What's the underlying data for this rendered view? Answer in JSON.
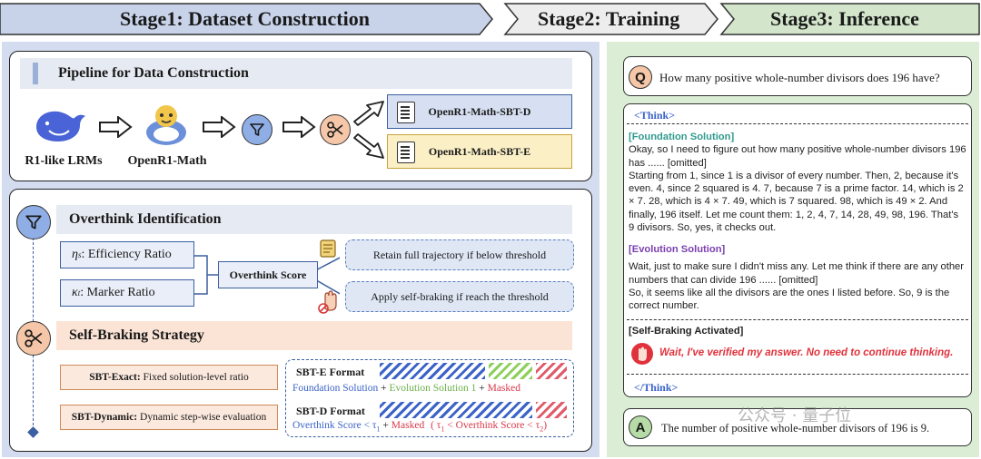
{
  "stages": {
    "stage1": "Stage1: Dataset Construction",
    "stage2": "Stage2: Training",
    "stage3": "Stage3: Inference"
  },
  "pipeline": {
    "title": "Pipeline for Data Construction",
    "source_label": "R1-like LRMs",
    "dataset_label": "OpenR1-Math",
    "output_d": "OpenR1-Math-SBT-D",
    "output_e": "OpenR1-Math-SBT-E"
  },
  "overthink": {
    "title": "Overthink Identification",
    "efficiency_sym": "η",
    "efficiency_sub": "s",
    "efficiency_text": ": Efficiency Ratio",
    "marker_sym": "κ",
    "marker_sub": "t",
    "marker_text": ": Marker Ratio",
    "score_label": "Overthink Score",
    "retain_text": "Retain full trajectory if below threshold",
    "apply_text": "Apply self-braking if reach the threshold"
  },
  "strategy": {
    "title": "Self-Braking Strategy",
    "exact_name": "SBT-Exact:",
    "exact_desc": " Fixed solution-level ratio",
    "dynamic_name": "SBT-Dynamic:",
    "dynamic_desc": " Dynamic step-wise evaluation",
    "e_format_title": "SBT-E Format",
    "e_part1": "Foundation Solution",
    "e_plus1": " + ",
    "e_part2": "Evolution Solution 1",
    "e_plus2": " + ",
    "e_part3": "Masked",
    "d_format_title": "SBT-D Format",
    "d_part1": "Overthink Score < τ",
    "d_part1_sub": "1",
    "d_plus": " + ",
    "d_part2": "Masked",
    "d_part3": "( τ",
    "d_part3_sub1": "1",
    "d_part3_mid": " < Overthink Score < τ",
    "d_part3_sub2": "2",
    "d_part3_end": ")"
  },
  "inference": {
    "q_badge": "Q",
    "question": "How many positive whole-number divisors does 196 have?",
    "think_open": "<Think>",
    "foundation_head": "[Foundation Solution]",
    "foundation_p1": "Okay, so I need to figure out how many positive whole-number divisors 196 has ...... [omitted]",
    "foundation_p2": "Starting from 1, since 1 is a divisor of every number. Then, 2, because it's even. 4, since 2 squared is 4. 7, because 7 is a prime factor. 14, which is 2 × 7. 28, which is 4 × 7. 49, which is 7 squared. 98, which is 49 × 2. And finally, 196 itself. Let me count them: 1, 2, 4, 7, 14, 28, 49, 98, 196. That's 9 divisors. So, yes, it checks out.",
    "evolution_head": "[Evolution Solution]",
    "evolution_p1": "Wait, just to make sure I didn't miss any. Let me think if there are any other numbers that can divide 196 ...... [omitted]",
    "evolution_p2": "So, it seems like all the divisors are the ones I listed before. So, 9 is the correct number.",
    "braking_head": "[Self-Braking Activated]",
    "braking_text": "Wait, I've verified my answer. No need to continue thinking.",
    "think_close": "</Think>",
    "a_badge": "A",
    "answer": "The number of positive whole-number divisors of 196 is 9.",
    "watermark": "公众号 · 量子位"
  },
  "colors": {
    "stage1_bg": "#c8d3ea",
    "stage2_bg": "#ededed",
    "stage3_bg": "#d3e6cc",
    "blue_accent": "#3b63c8",
    "green_accent": "#6bb04a",
    "red_accent": "#e0323c",
    "purple_accent": "#7a3fb0",
    "teal_accent": "#2f9a8e"
  }
}
